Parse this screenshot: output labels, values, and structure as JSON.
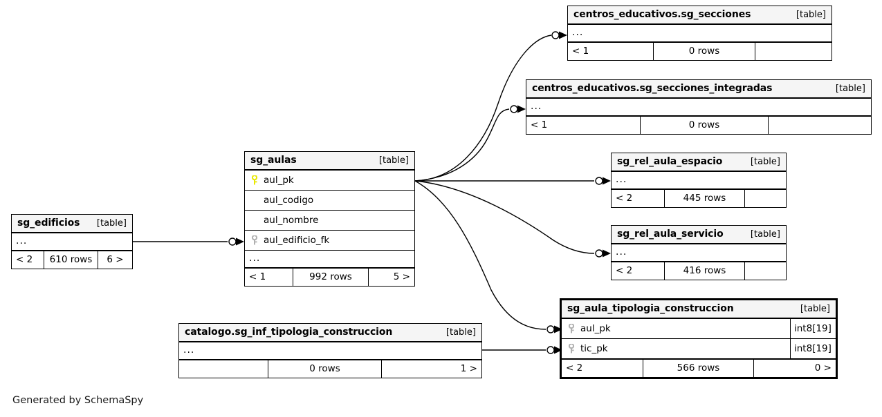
{
  "diagram": {
    "title": "SchemaSpy relationships diagram",
    "credit": "Generated by SchemaSpy",
    "kind_label": "[table]",
    "ellipsis": "...",
    "colors": {
      "background": "#ffffff",
      "table_header_fill": "#f5f5f5",
      "border": "#000000",
      "primary_key": "#e8e800",
      "foreign_key": "#b0b0b0",
      "edge": "#000000"
    }
  },
  "tables": [
    {
      "id": "sg_secciones",
      "name": "centros_educativos.sg_secciones",
      "kind": "[table]",
      "columns": [],
      "ellipsis": "...",
      "footer": {
        "left": "< 1",
        "center": "0 rows",
        "right": ""
      }
    },
    {
      "id": "sg_secciones_integradas",
      "name": "centros_educativos.sg_secciones_integradas",
      "kind": "[table]",
      "columns": [],
      "ellipsis": "...",
      "footer": {
        "left": "< 1",
        "center": "0 rows",
        "right": ""
      }
    },
    {
      "id": "sg_rel_aula_espacio",
      "name": "sg_rel_aula_espacio",
      "kind": "[table]",
      "columns": [],
      "ellipsis": "...",
      "footer": {
        "left": "< 2",
        "center": "445 rows",
        "right": ""
      }
    },
    {
      "id": "sg_rel_aula_servicio",
      "name": "sg_rel_aula_servicio",
      "kind": "[table]",
      "columns": [],
      "ellipsis": "...",
      "footer": {
        "left": "< 2",
        "center": "416 rows",
        "right": ""
      }
    },
    {
      "id": "sg_aula_tipologia_construccion",
      "name": "sg_aula_tipologia_construccion",
      "kind": "[table]",
      "focused": true,
      "columns": [
        {
          "name": "aul_pk",
          "key": "foreign",
          "type": "int8[19]"
        },
        {
          "name": "tic_pk",
          "key": "foreign",
          "type": "int8[19]"
        }
      ],
      "footer": {
        "left": "< 2",
        "center": "566 rows",
        "right": "0 >"
      }
    },
    {
      "id": "sg_aulas",
      "name": "sg_aulas",
      "kind": "[table]",
      "columns": [
        {
          "name": "aul_pk",
          "key": "primary",
          "type": ""
        },
        {
          "name": "aul_codigo",
          "key": "none",
          "type": ""
        },
        {
          "name": "aul_nombre",
          "key": "none",
          "type": ""
        },
        {
          "name": "aul_edificio_fk",
          "key": "foreign",
          "type": ""
        }
      ],
      "ellipsis": "...",
      "footer": {
        "left": "< 1",
        "center": "992 rows",
        "right": "5 >"
      }
    },
    {
      "id": "sg_edificios",
      "name": "sg_edificios",
      "kind": "[table]",
      "columns": [],
      "ellipsis": "...",
      "footer": {
        "left": "< 2",
        "center": "610 rows",
        "right": "6 >"
      }
    },
    {
      "id": "sg_inf_tipologia_construccion",
      "name": "catalogo.sg_inf_tipologia_construccion",
      "kind": "[table]",
      "columns": [],
      "ellipsis": "...",
      "footer": {
        "left": "",
        "center": "0 rows",
        "right": "1 >"
      }
    }
  ],
  "relationships": [
    {
      "from": "sg_aulas.aul_pk",
      "to": "centros_educativos.sg_secciones"
    },
    {
      "from": "sg_aulas.aul_pk",
      "to": "centros_educativos.sg_secciones_integradas"
    },
    {
      "from": "sg_aulas.aul_pk",
      "to": "sg_rel_aula_espacio"
    },
    {
      "from": "sg_aulas.aul_pk",
      "to": "sg_rel_aula_servicio"
    },
    {
      "from": "sg_aulas.aul_pk",
      "to": "sg_aula_tipologia_construccion.aul_pk"
    },
    {
      "from": "sg_edificios",
      "to": "sg_aulas.aul_edificio_fk"
    },
    {
      "from": "catalogo.sg_inf_tipologia_construccion",
      "to": "sg_aula_tipologia_construccion.tic_pk"
    }
  ]
}
